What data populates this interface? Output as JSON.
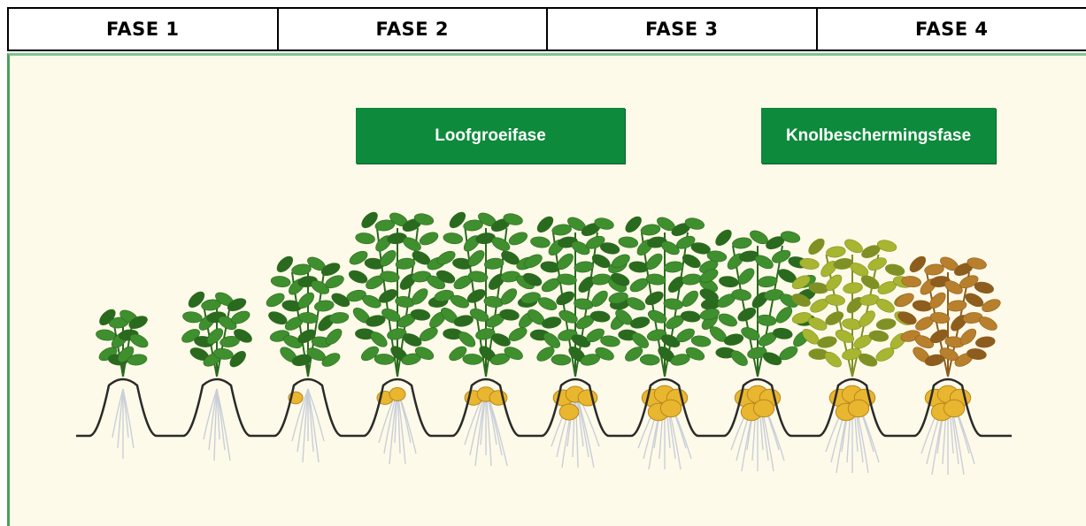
{
  "phases": [
    "FASE 1",
    "FASE 2",
    "FASE 3",
    "FASE 4"
  ],
  "labels": {
    "loof": "Loofgroeifase",
    "knol": "Knolbeschermingsfase"
  },
  "colors": {
    "label_bg": "#0d8a3b",
    "diagram_bg": "#fefae9",
    "soil_line": "#2a2a2a",
    "foliage_green": "#3f8f2e",
    "foliage_yellow": "#a8b530",
    "foliage_brown": "#b8802c",
    "tuber": "#e9b630",
    "roots": "#c9cfd9"
  },
  "plants": [
    {
      "stage": 1,
      "foliage": "green",
      "tubers": 0
    },
    {
      "stage": 2,
      "foliage": "green",
      "tubers": 0
    },
    {
      "stage": 3,
      "foliage": "green",
      "tubers": 1
    },
    {
      "stage": 4,
      "foliage": "green",
      "tubers": 2
    },
    {
      "stage": 5,
      "foliage": "green",
      "tubers": 3
    },
    {
      "stage": 6,
      "foliage": "green",
      "tubers": 4
    },
    {
      "stage": 7,
      "foliage": "green",
      "tubers": 5
    },
    {
      "stage": 8,
      "foliage": "green",
      "tubers": 5
    },
    {
      "stage": 9,
      "foliage": "yellow",
      "tubers": 5
    },
    {
      "stage": 10,
      "foliage": "brown",
      "tubers": 5
    }
  ]
}
